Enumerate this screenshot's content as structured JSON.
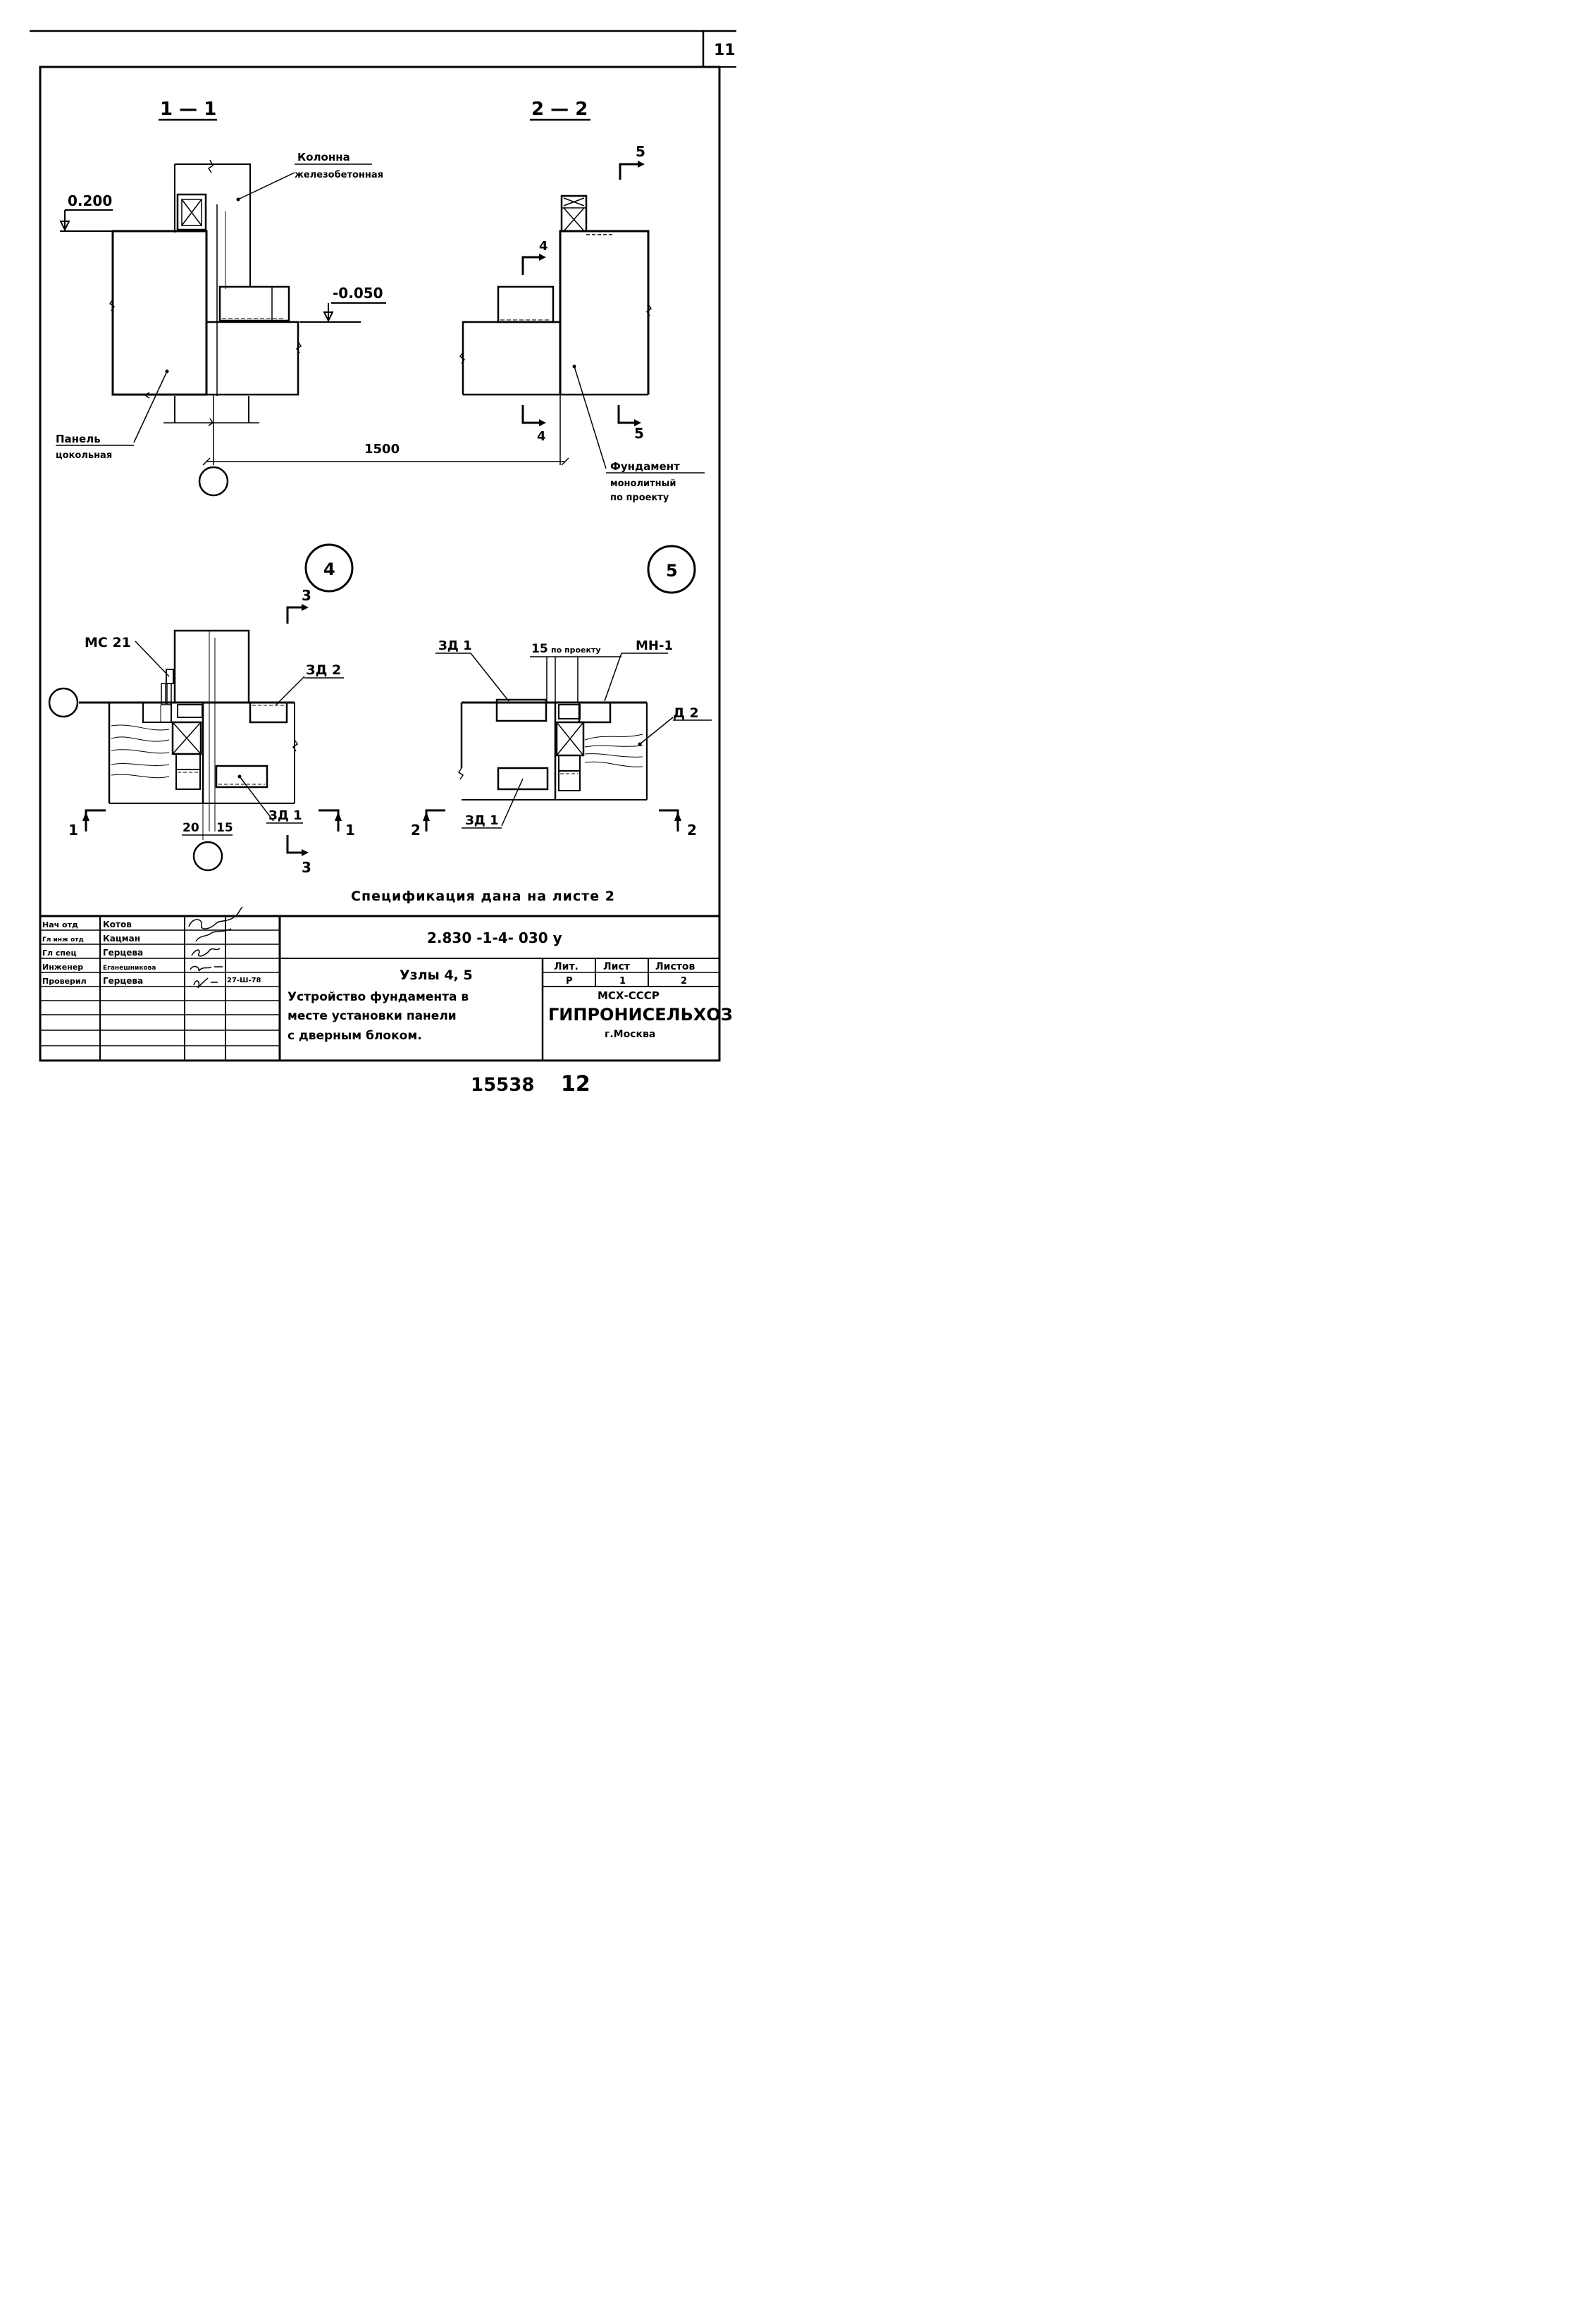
{
  "sheet_number": "11",
  "sections": {
    "s11": {
      "label": "1 — 1"
    },
    "s22": {
      "label": "2 — 2"
    }
  },
  "labels": {
    "column": [
      "Колонна",
      "железобетонная"
    ],
    "panel": [
      "Панель",
      "цокольная"
    ],
    "foundation": [
      "Фундамент",
      "монолитный",
      "по проекту"
    ],
    "level_top": "0.200",
    "level_bottom": "-0.050",
    "dim_1500": "1500",
    "dim_20": "20",
    "dim_15": "15",
    "dim_15_note": "15",
    "dim_15_sub": "по проекту",
    "mark_mc21": "МС 21",
    "mark_zd2": "ЗД 2",
    "mark_zd1_a": "ЗД 1",
    "mark_zd1_b": "ЗД 1",
    "mark_zd1_c": "ЗД 1",
    "mark_mn1": "МН-1",
    "mark_d2": "Д 2"
  },
  "callouts": {
    "node4": "4",
    "node5": "5",
    "cut3_top": "3",
    "cut3_bot": "3",
    "cut4_top": "4",
    "cut4_bot": "4",
    "cut5_top": "5",
    "cut5_bot": "5",
    "cut1_left": "1",
    "cut1_right": "1",
    "cut2_left": "2",
    "cut2_right": "2"
  },
  "spec_note": "Спецификация дана на листе 2",
  "title_block": {
    "document_code": "2.830 -1-4- 030 у",
    "staff": [
      {
        "role": "Нач отд",
        "name": "Котов"
      },
      {
        "role": "Гл инж отд",
        "name": "Кацман"
      },
      {
        "role": "Гл спец",
        "name": "Герцева"
      },
      {
        "role": "Инженер",
        "name": "Еганешникова"
      },
      {
        "role": "Проверил",
        "name": "Герцева"
      }
    ],
    "date": "27-Ш-78",
    "title_lines": [
      "Узлы 4, 5",
      "Устройство фундамента в",
      "месте установки панели",
      "с дверным блоком."
    ],
    "lit_header": "Лит.",
    "sheet_header": "Лист",
    "sheets_header": "Листов",
    "lit_value": "Р",
    "sheet_value": "1",
    "sheets_value": "2",
    "org_line1": "МСХ-СССР",
    "org_line2": "ГИПРОНИСЕЛЬХОЗ",
    "org_line3": "г.Москва"
  },
  "footer": {
    "inventory": "15538",
    "page": "12"
  }
}
